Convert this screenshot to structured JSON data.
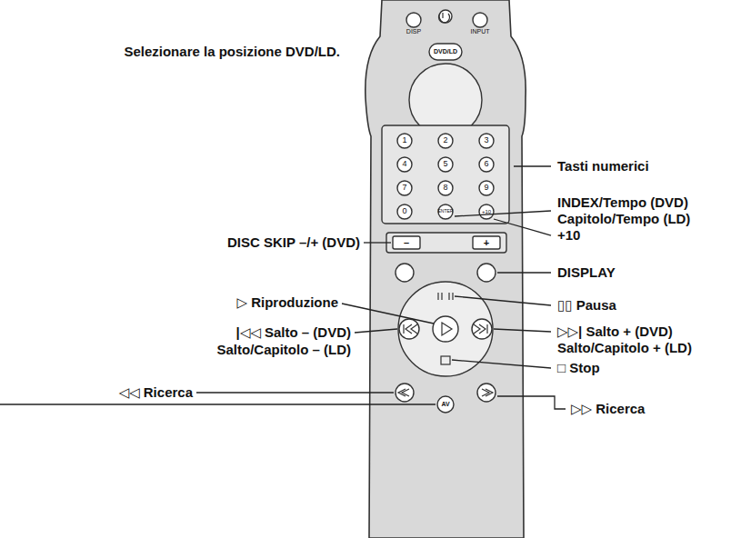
{
  "diagram": {
    "labels": [
      "Selezionare la posizione DVD/LD.",
      "Tasti numerici",
      "INDEX/Tempo (DVD)",
      "Capitolo/Tempo (LD)",
      "+10",
      "DISC SKIP –/+ (DVD)",
      "DISPLAY",
      "▷ Riproduzione",
      "▯▯ Pausa",
      "|◁◁ Salto – (DVD)",
      "Salto/Capitolo – (LD)",
      "▷▷| Salto + (DVD)",
      "Salto/Capitolo + (LD)",
      "◁◁ Ricerca",
      "□ Stop",
      "▷▷ Ricerca",
      "DISP",
      "INPUT",
      "DVD/LD",
      "1",
      "2",
      "3",
      "4",
      "5",
      "6",
      "7",
      "8",
      "9",
      "0",
      "ENTER",
      "+10",
      "–",
      "+",
      "AV"
    ]
  }
}
